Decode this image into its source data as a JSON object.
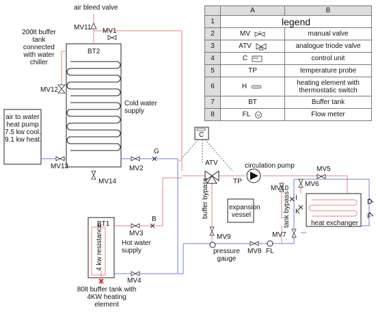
{
  "labels": {
    "air_bleed_valve": "air bleed valve",
    "mv11": "MV11",
    "mv1": "MV1",
    "bt2_desc": "200lt buffer\ntank\nconnected\nwith water\nchiller",
    "bt2": "BT2",
    "mv12": "MV12",
    "cold_water_supply": "Cold water\nsupply",
    "heat_pump": "air to water\nheat pump\n7.5 kw cool.\n9.1 kw heat.",
    "mv13": "MV13",
    "mv14": "MV14",
    "mv2": "MV2",
    "g": "G",
    "c_box": "C",
    "atv": "ATV",
    "tp": "TP",
    "circulation_pump": "circulation pump",
    "mv5": "MV5",
    "mv6": "MV6",
    "mv10": "MV10",
    "i": "I",
    "d": "D",
    "k": "K",
    "f": "F",
    "heat_exchanger": "heat exchanger",
    "buffer_bypass": "buffer bypass",
    "expansion_vessel": "expansion\nvessel",
    "tank_bypass": "tank bypass",
    "mv7": "MV7",
    "bt1": "BT1",
    "resistance": "4 kw resistance",
    "mv3": "MV3",
    "b": "B",
    "hot_water_supply": "Hot water\nsupply",
    "mv9": "MV9",
    "pressure_gauge": "pressure\ngauge",
    "mv8": "MV8",
    "fl": "FL",
    "mv4": "MV4",
    "bt1_desc": "80lt buffer tank with\n4KW heating\nelement"
  },
  "legend": {
    "col_a": "A",
    "col_b": "B",
    "rows": [
      {
        "num": "1",
        "title": "legend"
      },
      {
        "num": "2",
        "code": "MV",
        "icon": "manual-valve-icon",
        "desc": "manual valve"
      },
      {
        "num": "3",
        "code": "ATV",
        "icon": "triode-valve-icon",
        "desc": "analogue triode valve"
      },
      {
        "num": "4",
        "code": "C",
        "icon": "control-unit-icon",
        "desc": "control unit"
      },
      {
        "num": "5",
        "code": "TP",
        "desc": "temperature probe"
      },
      {
        "num": "6",
        "code": "H",
        "icon": "heating-element-icon",
        "desc": "heating element with\nthermostatic switch"
      },
      {
        "num": "7",
        "code": "BT",
        "desc": "Buffer tank"
      },
      {
        "num": "8",
        "code": "FL",
        "icon": "flow-meter-icon",
        "desc": "Flow meter"
      }
    ]
  },
  "colors": {
    "hot_line": "#e8837f",
    "cold_line": "#6b7fd6",
    "tank": "#222"
  }
}
